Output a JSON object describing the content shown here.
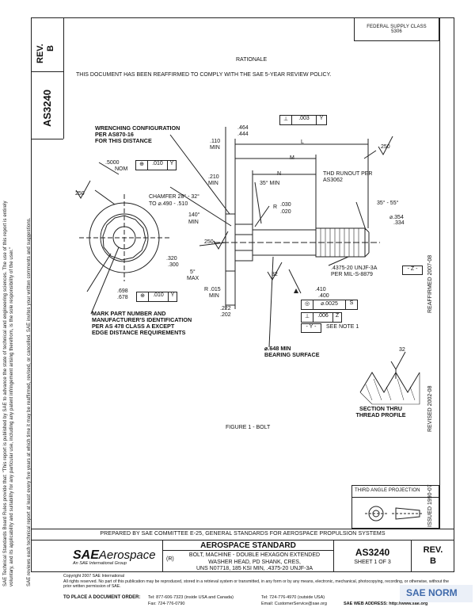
{
  "left_margin": {
    "rev_label": "REV.",
    "rev_value": "B",
    "doc_number": "AS3240",
    "disclaimer": [
      "SAE Technical Standards Board Rules provide that: \"This report is published by SAE to advance the state of technical and engineering sciences. The use of this report is entirely",
      "voluntary, and its applicability and suitability for any particular use, including any patent infringement arising therefrom, is the sole responsibility of the user.\"",
      "SAE reviews each technical report at least every five years at which time it may be reaffirmed, revised, or cancelled. SAE invites your written comments and suggestions."
    ]
  },
  "right_margin": {
    "reaffirmed": "REAFFIRMED 2007-08",
    "revised": "REVISED 2002-08",
    "issued": "ISSUED 1990-07"
  },
  "header": {
    "federal_supply_class": "FEDERAL SUPPLY CLASS",
    "fsc_number": "5306",
    "rationale_title": "RATIONALE",
    "rationale_text": "THIS DOCUMENT HAS BEEN REAFFIRMED TO COMPLY WITH THE SAE 5-YEAR REVIEW POLICY."
  },
  "drawing": {
    "wrenching": [
      "WRENCHING CONFIGURATION",
      "PER AS870-16",
      "FOR THIS DISTANCE"
    ],
    "perp_tol": ".003",
    "perp_datum": "Y",
    "dim_464": ".464",
    "dim_444": ".444",
    "dim_110": ".110",
    "min_1": "MIN",
    "dim_L": "L",
    "dim_M": "M",
    "dim_N": "N",
    "surface_250_top": "250",
    "dim_5000": ".5000",
    "nom": "NOM",
    "pos_tol_1": ".010",
    "datum_y1": "Y",
    "dim_210": ".210",
    "min_2": "MIN",
    "angle_35": "35° MIN",
    "thd_runout": [
      "THD RUNOUT PER",
      "AS3062"
    ],
    "surface_250_left": "250",
    "chamfer": "CHAMFER 28° - 32°",
    "chamfer_to": "TO  ⌀.490 - .510",
    "angle_140": "140°",
    "min_3": "MIN",
    "r_030": ".030",
    "r_020": ".020",
    "r_label": "R",
    "angle_35_55": "35° - 55°",
    "dia_354": "⌀.354",
    "dia_334": ".334",
    "surface_250_mid": "250",
    "dim_320": ".320",
    "dim_300": ".300",
    "angle_5": "5°",
    "max": "MAX",
    "thread": ".4375-20 UNJF-3A",
    "thread_per": "PER MIL-S-8879",
    "datum_z": "- Z -",
    "surface_32_a": "32",
    "dim_698": ".698",
    "dim_678": ".678",
    "pos_tol_2": ".010",
    "datum_y2": "Y",
    "r_015": "R .015",
    "min_4": "MIN",
    "dim_410": ".410",
    "dim_400": ".400",
    "conc_tol": "⌀.0025",
    "conc_mod": "S",
    "dim_222": ".222",
    "dim_202": ".202",
    "perp_tol_2": ".006",
    "datum_z2": "Z",
    "datum_y_box": "- Y -",
    "see_note": "SEE NOTE 1",
    "mark_part": [
      "MARK PART NUMBER AND",
      "MANUFACTURER'S IDENTIFICATION",
      "PER AS 478 CLASS A EXCEPT",
      "EDGE DISTANCE REQUIREMENTS"
    ],
    "bearing": [
      "⌀.648 MIN",
      "BEARING SURFACE"
    ],
    "surface_32_b": "32",
    "section": [
      "SECTION THRU",
      "THREAD PROFILE"
    ],
    "figure_caption": "FIGURE 1 - BOLT"
  },
  "projection": {
    "title": "THIRD ANGLE PROJECTION"
  },
  "title_block": {
    "prepared_by": "PREPARED BY SAE COMMITTEE E-25, GENERAL STANDARDS FOR AEROSPACE PROPULSION SYSTEMS",
    "logo_sae": "SAE",
    "logo_aerospace": "Aerospace",
    "logo_tagline": "An SAE International Group",
    "revision_mark": "(R)",
    "standard_title": "AEROSPACE STANDARD",
    "description": [
      "BOLT, MACHINE - DOUBLE HEXAGON EXTENDED",
      "WASHER HEAD, PD SHANK, CRES,",
      "UNS N07718, 185 KSI MIN, .4375-20 UNJF-3A"
    ],
    "doc_number": "AS3240",
    "sheet": "SHEET 1 OF 3",
    "rev_label": "REV.",
    "rev_value": "B"
  },
  "footer": {
    "copyright": "Copyright 2007 SAE International",
    "rights": "All rights reserved. No part of this publication may be reproduced, stored in a retrieval system or transmitted, in any form or by any means, electronic, mechanical, photocopying, recording, or otherwise, without the prior written permission of SAE.",
    "order_label": "TO PLACE A DOCUMENT ORDER:",
    "tel_1": "Tel: 877-606-7323 (inside USA and Canada)",
    "tel_2": "Tel: 724-776-4970 (outside USA)",
    "fax": "Fax: 724-776-0790",
    "email": "Email: CustomerService@sae.org",
    "web": "SAE WEB ADDRESS: http://www.sae.org",
    "watermark": "SAE NORM"
  }
}
